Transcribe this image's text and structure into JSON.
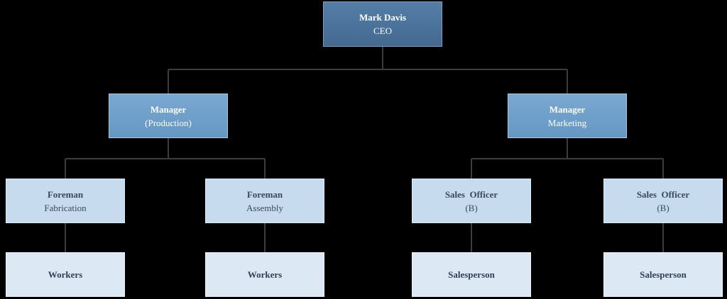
{
  "colors": {
    "background": "#000000",
    "connector": "#3c3c3c",
    "level0_fill": "#4a7199",
    "level1_fill": "#6b9cc7",
    "level2_fill": "#c6dbee",
    "level3_fill": "#dce9f5"
  },
  "org": {
    "ceo": {
      "title": "Mark Davis",
      "sub": "CEO"
    },
    "manager_production": {
      "title": "Manager",
      "sub": "(Production)"
    },
    "manager_marketing": {
      "title": "Manager",
      "sub": "Marketing"
    },
    "foreman_fabrication": {
      "title": "Foreman",
      "sub": "Fabrication"
    },
    "foreman_assembly": {
      "title": "Foreman",
      "sub": "Assembly"
    },
    "sales_officer_1": {
      "title": "Sales  Officer",
      "sub": "(B)"
    },
    "sales_officer_2": {
      "title": "Sales  Officer",
      "sub": "(B)"
    },
    "workers_1": {
      "title": "Workers"
    },
    "workers_2": {
      "title": "Workers"
    },
    "salesperson_1": {
      "title": "Salesperson"
    },
    "salesperson_2": {
      "title": "Salesperson"
    }
  }
}
